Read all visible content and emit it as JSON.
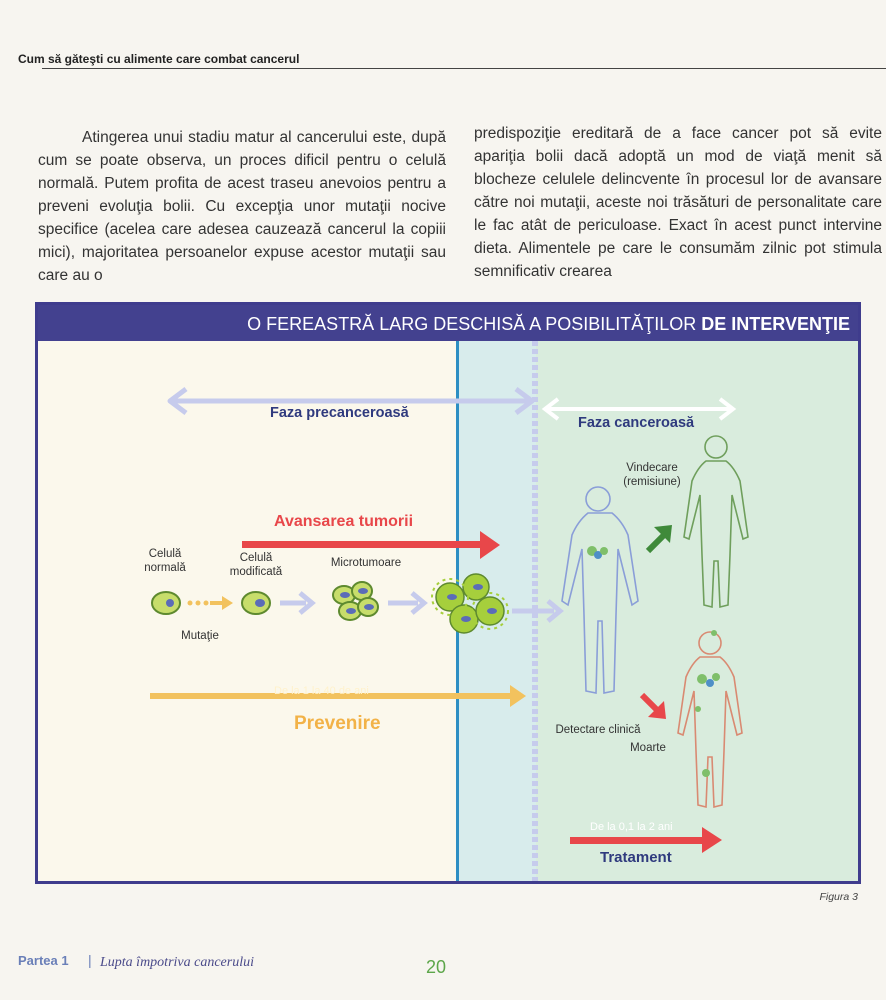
{
  "header": {
    "running_title": "Cum să găteşti cu alimente care combat cancerul"
  },
  "body": {
    "col_left": "Atingerea unui stadiu matur al cancerului este, după cum se poate observa, un proces dificil pentru o celulă normală. Putem profita de acest traseu anevoios pentru a preveni evoluţia bolii. Cu excepţia unor mutaţii nocive specifice (acelea care adesea cauzează cancerul la copiii mici), majoritatea persoanelor expuse acestor mutaţii sau care au o",
    "col_right": "predispoziţie ereditară de a face cancer pot să evite apariţia bolii dacă adoptă un mod de viaţă menit să blocheze celulele delincvente în procesul lor de avansare către noi mutaţii, aceste noi trăsături de personalitate care le fac atât de periculoase. Exact în acest punct intervine dieta. Alimentele pe care le consumăm zilnic pot stimula semnificativ crearea"
  },
  "figure": {
    "title_main": "O FEREASTRĂ LARG DESCHISĂ A POSIBILITĂŢILOR ",
    "title_strong": "DE INTERVENŢIE",
    "phase_precancer": "Faza precanceroasă",
    "phase_cancer": "Faza canceroasă",
    "tumor_progress": "Avansarea tumorii",
    "cell_normal": "Celulă normală",
    "cell_modified": "Celulă modificată",
    "microtumor": "Microtumoare",
    "mutation": "Mutaţie",
    "cure": "Vindecare (remisiune)",
    "clinical_detection": "Detectare clinică",
    "death": "Moarte",
    "prevention_range": "De la 1 la 40 de ani",
    "prevention": "Prevenire",
    "treatment_range": "De la 0,1 la 2 ani",
    "treatment": "Tratament",
    "caption": "Figura 3"
  },
  "footer": {
    "part": "Partea 1",
    "separator": "|",
    "book_title": "Lupta împotriva cancerului",
    "page_number": "20"
  },
  "colors": {
    "title_bar": "#43418f",
    "tumor_arrow": "#e8474a",
    "prevention_arrow": "#f2c25e",
    "phase_arrow": "#c6cbec",
    "body_outline_blue": "#8a9ed8",
    "body_outline_red": "#d98a72",
    "cure_arrow": "#3f8a3a"
  }
}
